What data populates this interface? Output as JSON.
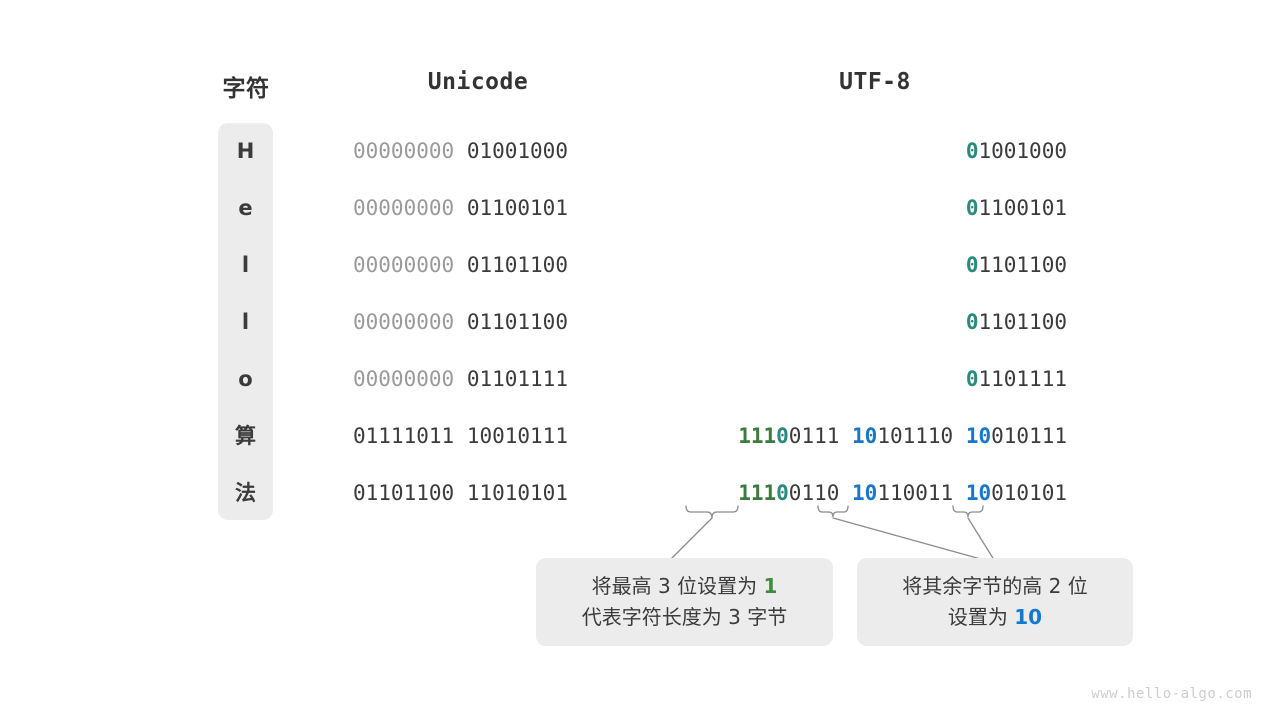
{
  "diagram": {
    "title_headers": {
      "character": "字符",
      "unicode": "Unicode",
      "utf8": "UTF-8"
    },
    "rows": [
      {
        "char": "H",
        "unicode_high": "00000000",
        "unicode_low": "01001000",
        "utf8_bytes": [
          {
            "prefix": "0",
            "prefix_color": "teal",
            "rest": "1001000"
          }
        ]
      },
      {
        "char": "e",
        "unicode_high": "00000000",
        "unicode_low": "01100101",
        "utf8_bytes": [
          {
            "prefix": "0",
            "prefix_color": "teal",
            "rest": "1100101"
          }
        ]
      },
      {
        "char": "l",
        "unicode_high": "00000000",
        "unicode_low": "01101100",
        "utf8_bytes": [
          {
            "prefix": "0",
            "prefix_color": "teal",
            "rest": "1101100"
          }
        ]
      },
      {
        "char": "l",
        "unicode_high": "00000000",
        "unicode_low": "01101100",
        "utf8_bytes": [
          {
            "prefix": "0",
            "prefix_color": "teal",
            "rest": "1101100"
          }
        ]
      },
      {
        "char": "o",
        "unicode_high": "00000000",
        "unicode_low": "01101111",
        "utf8_bytes": [
          {
            "prefix": "0",
            "prefix_color": "teal",
            "rest": "1101111"
          }
        ]
      },
      {
        "char": "算",
        "unicode_high": "01111011",
        "unicode_low": "10010111",
        "utf8_bytes": [
          {
            "prefix": "111",
            "prefix2": "0",
            "prefix_color": "green",
            "rest": "0111"
          },
          {
            "prefix": "10",
            "prefix_color": "blue",
            "rest": "101110"
          },
          {
            "prefix": "10",
            "prefix_color": "blue",
            "rest": "010111"
          }
        ]
      },
      {
        "char": "法",
        "unicode_high": "01101100",
        "unicode_low": "11010101",
        "utf8_bytes": [
          {
            "prefix": "111",
            "prefix2": "0",
            "prefix_color": "green",
            "rest": "0110"
          },
          {
            "prefix": "10",
            "prefix_color": "blue",
            "rest": "110011"
          },
          {
            "prefix": "10",
            "prefix_color": "blue",
            "rest": "010101"
          }
        ]
      }
    ],
    "callouts": [
      {
        "line1_before": "将最高 3 位设置为 ",
        "line1_em": "1",
        "line1_em_color": "green",
        "line2": "代表字符长度为 3 字节"
      },
      {
        "line1": "将其余字节的高 2 位",
        "line2_before": "设置为 ",
        "line2_em": "10",
        "line2_em_color": "blue"
      }
    ],
    "watermark": "www.hello-algo.com",
    "colors": {
      "background": "#ffffff",
      "panel": "#ececec",
      "text": "#3b3b3b",
      "dim": "#9a9a9a",
      "green": "#3d7a3d",
      "teal": "#2a8a7d",
      "blue": "#1877c9",
      "brace": "#8c8c8c"
    }
  }
}
